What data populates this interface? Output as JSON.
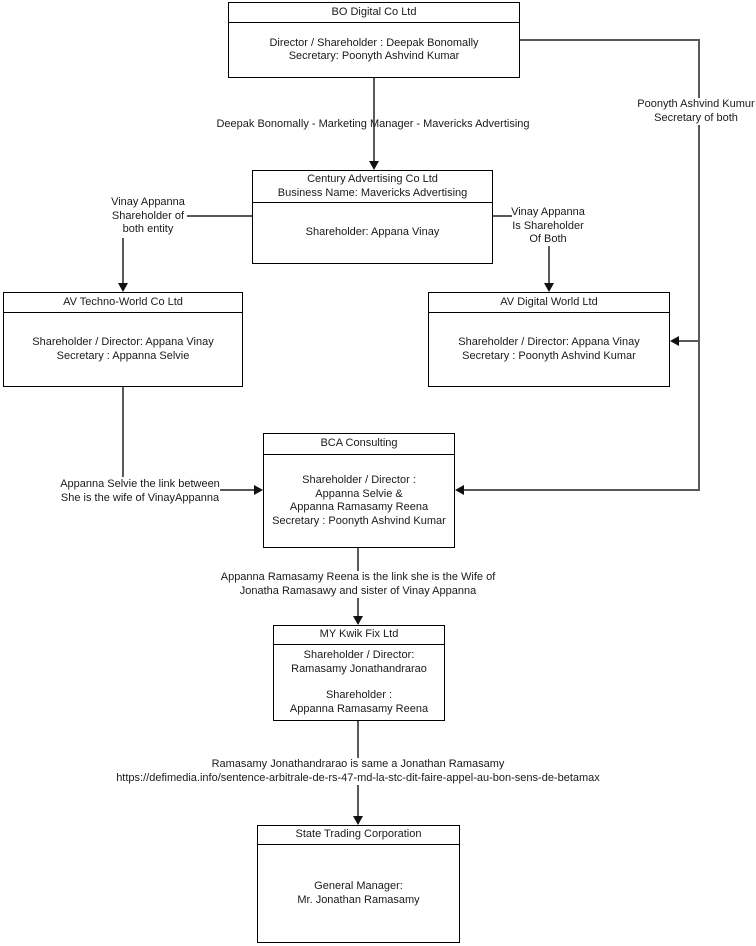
{
  "diagram": {
    "boxes": {
      "bo_digital": {
        "title": "BO Digital Co Ltd",
        "lines": [
          "Director / Shareholder : Deepak Bonomally",
          "Secretary: Poonyth Ashvind Kumar"
        ]
      },
      "century": {
        "title_lines": [
          "Century Advertising Co Ltd",
          "Business Name: Mavericks Advertising"
        ],
        "lines": [
          "Shareholder: Appana Vinay"
        ]
      },
      "av_techno": {
        "title": "AV Techno-World Co Ltd",
        "lines": [
          "Shareholder / Director: Appana Vinay",
          "Secretary : Appanna Selvie"
        ]
      },
      "av_digital": {
        "title": "AV Digital World Ltd",
        "lines": [
          "Shareholder / Director: Appana Vinay",
          "Secretary : Poonyth Ashvind Kumar"
        ]
      },
      "bca": {
        "title": "BCA Consulting",
        "lines": [
          "Shareholder / Director :",
          "Appanna Selvie &",
          "Appanna Ramasamy Reena",
          "Secretary : Poonyth Ashvind Kumar"
        ]
      },
      "kwik": {
        "title": "MY Kwik Fix Ltd",
        "lines": [
          "Shareholder / Director:",
          "Ramasamy Jonathandrarao",
          "",
          "Shareholder :",
          "Appanna Ramasamy Reena"
        ]
      },
      "stc": {
        "title": "State Trading Corporation",
        "lines": [
          "General Manager:",
          "Mr. Jonathan Ramasamy"
        ]
      }
    },
    "labels": {
      "deepak_link": "Deepak Bonomally - Marketing Manager - Mavericks Advertising",
      "poonyth_secretary": [
        "Poonyth Ashvind Kumur",
        "Secretary of both"
      ],
      "vinay_left": [
        "Vinay Appanna",
        "Shareholder of",
        "both entity"
      ],
      "vinay_right": [
        "Vinay Appanna",
        "Is Shareholder",
        "Of Both"
      ],
      "selvie_link": [
        "Appanna Selvie the link between",
        "She is the wife of VinayAppanna"
      ],
      "reena_link": [
        "Appanna Ramasamy Reena is the link she is the Wife of",
        "Jonatha Ramasawy and sister of Vinay Appanna"
      ],
      "jonathan_link": [
        "Ramasamy Jonathandrarao is same a Jonathan Ramasamy",
        "https://defimedia.info/sentence-arbitrale-de-rs-47-md-la-stc-dit-faire-appel-au-bon-sens-de-betamax"
      ]
    },
    "colors": {
      "background": "#ffffff",
      "box_border": "#000000",
      "connector_line": "#595959",
      "arrowhead": "#111111",
      "text": "#1a1a1a"
    }
  }
}
